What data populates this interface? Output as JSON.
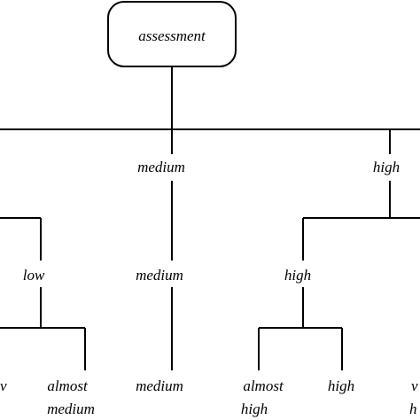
{
  "tree": {
    "root": "assessment",
    "level1": {
      "medium": "medium",
      "high": "high"
    },
    "level2": {
      "low": "low",
      "medium": "medium",
      "high": "high"
    },
    "leaves": {
      "partial_left": "v",
      "almost_medium_line1": "almost",
      "almost_medium_line2": "medium",
      "medium": "medium",
      "almost_high_line1": "almost",
      "almost_high_line2": "high",
      "high": "high",
      "partial_right_line1": "v",
      "partial_right_line2": "h"
    }
  }
}
